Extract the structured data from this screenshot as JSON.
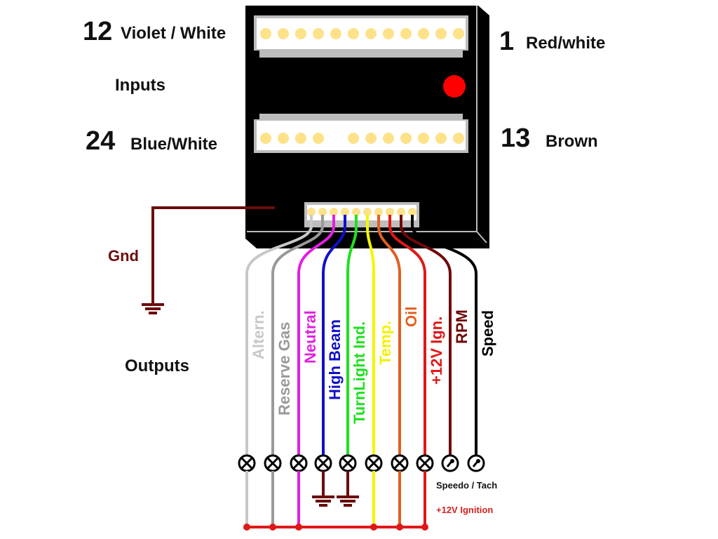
{
  "title": "Motorcycle dashboard module wiring diagram",
  "inputs": {
    "section_label": "Inputs",
    "connector_top": {
      "left_pin_number": "12",
      "left_pin_color": "Violet / White",
      "right_pin_number": "1",
      "right_pin_color": "Red/white",
      "pin_count": 12
    },
    "connector_bottom": {
      "left_pin_number": "24",
      "left_pin_color": "Blue/White",
      "right_pin_number": "13",
      "right_pin_color": "Brown",
      "pin_count": 11,
      "gap_after_pin": 4
    }
  },
  "led_indicator": {
    "color": "#ff0000"
  },
  "ground": {
    "label": "Gnd",
    "color": "#6b0c0c"
  },
  "outputs": {
    "section_label": "Outputs",
    "output_connector_pin_count": 10,
    "wires": [
      {
        "label": "Altern.",
        "color": "#c8c8c8",
        "load": "lamp",
        "return": "12v"
      },
      {
        "label": "Reserve Gas",
        "color": "#999999",
        "load": "lamp",
        "return": "12v"
      },
      {
        "label": "Neutral",
        "color": "#e020e0",
        "load": "lamp",
        "return": "12v"
      },
      {
        "label": "High Beam",
        "color": "#1010c8",
        "load": "lamp",
        "return": "ground"
      },
      {
        "label": "TurnLight Ind.",
        "color": "#20e020",
        "load": "lamp",
        "return": "ground"
      },
      {
        "label": "Temp.",
        "color": "#f5f500",
        "load": "lamp",
        "return": "12v"
      },
      {
        "label": "Oil",
        "color": "#e06020",
        "load": "lamp",
        "return": "12v"
      },
      {
        "label": "+12V Ign.",
        "color": "#e01818",
        "load": "lamp",
        "return": "12v"
      },
      {
        "label": "RPM",
        "color": "#700808",
        "load": "gauge",
        "return": "none"
      },
      {
        "label": "Speed",
        "color": "#000000",
        "load": "gauge",
        "return": "none"
      }
    ],
    "gauges_label": "Speedo / Tach",
    "bus_label": "+12V Ignition",
    "bus_color": "#e01818"
  },
  "icons": {
    "lamp": "lamp-icon",
    "gauge": "gauge-icon",
    "ground": "ground-icon",
    "led": "led-icon"
  }
}
